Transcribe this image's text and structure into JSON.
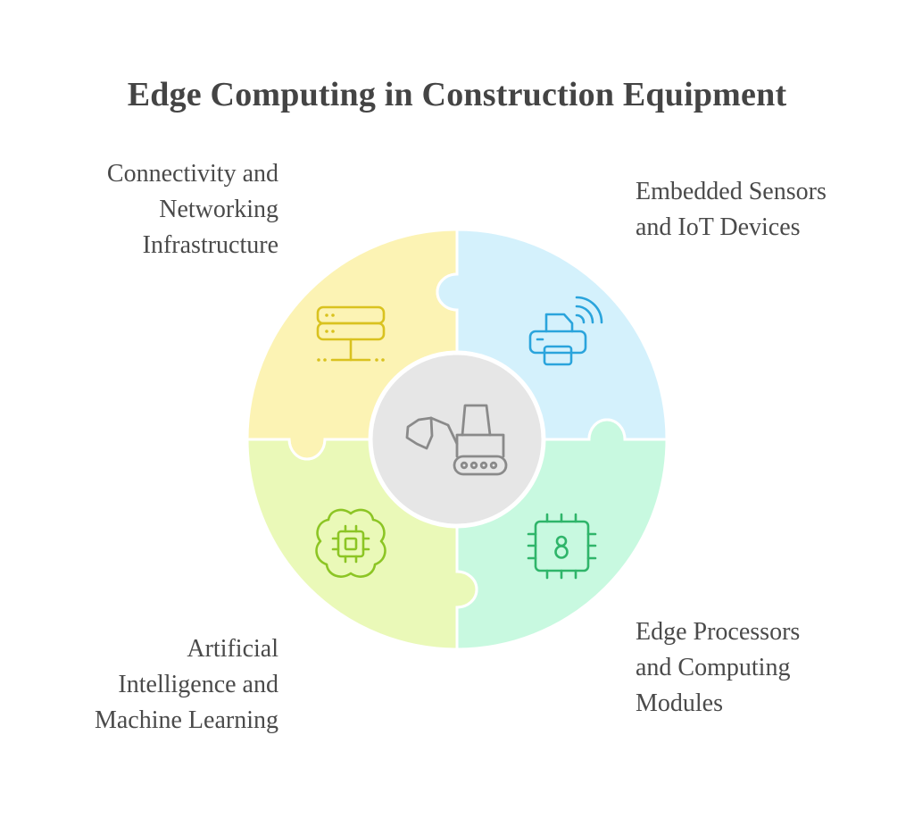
{
  "title": "Edge Computing in Construction Equipment",
  "segments": [
    {
      "id": "top-left",
      "lines": [
        "Connectivity and",
        "Networking",
        "Infrastructure"
      ],
      "icon": "server-network-icon",
      "fill": "#fcf3b4",
      "icon_color": "#d9c21f"
    },
    {
      "id": "top-right",
      "lines": [
        "Embedded Sensors",
        "and IoT Devices"
      ],
      "icon": "wireless-printer-icon",
      "fill": "#d4f1fc",
      "icon_color": "#2aa4dc"
    },
    {
      "id": "bottom-right",
      "lines": [
        "Edge Processors",
        "and Computing",
        "Modules"
      ],
      "icon": "processor-chip-icon",
      "fill": "#c8f9e0",
      "icon_color": "#2fb56a"
    },
    {
      "id": "bottom-left",
      "lines": [
        "Artificial",
        "Intelligence and",
        "Machine Learning"
      ],
      "icon": "brain-chip-icon",
      "fill": "#eaf9b8",
      "icon_color": "#8cc524"
    }
  ],
  "center": {
    "icon": "excavator-icon",
    "fill": "#e6e6e6",
    "icon_color": "#8a8a8a"
  }
}
